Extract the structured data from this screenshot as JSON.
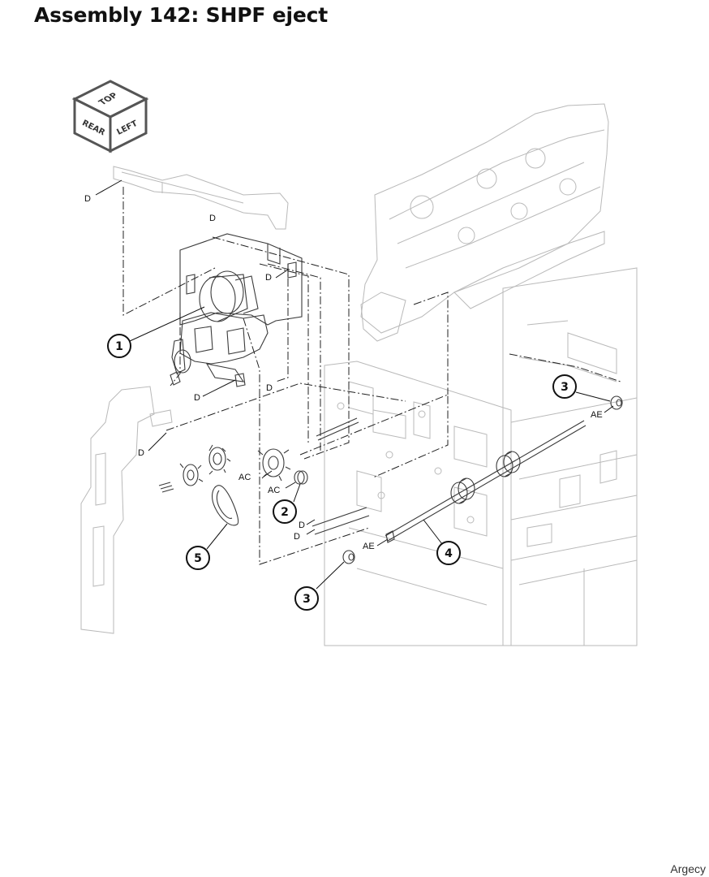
{
  "title": "Assembly 142: SHPF eject",
  "brand": "Argecy",
  "orientation_cube": {
    "top": "TOP",
    "rear": "REAR",
    "left": "LEFT"
  },
  "callouts": [
    {
      "id": "callout-1",
      "number": "1"
    },
    {
      "id": "callout-2",
      "number": "2"
    },
    {
      "id": "callout-3-right",
      "number": "3"
    },
    {
      "id": "callout-4",
      "number": "4"
    },
    {
      "id": "callout-3-left",
      "number": "3"
    },
    {
      "id": "callout-5",
      "number": "5"
    }
  ],
  "screw_labels": {
    "d": "D",
    "ac": "AC",
    "ae": "AE"
  }
}
